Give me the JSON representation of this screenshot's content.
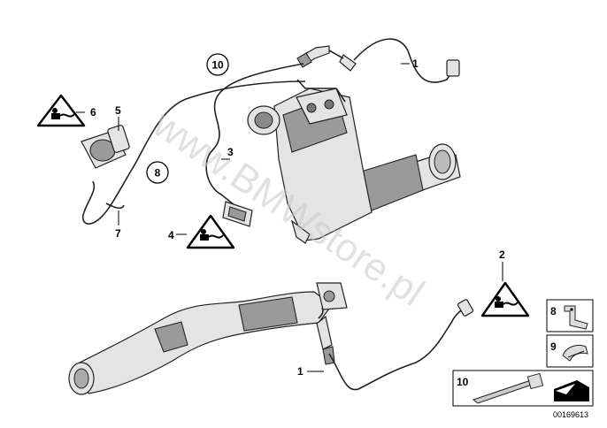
{
  "diagram": {
    "callouts": {
      "c1_top": "1",
      "c1_bottom": "1",
      "c2": "2",
      "c3": "3",
      "c4": "4",
      "c5": "5",
      "c6": "6",
      "c7": "7",
      "c8_circle": "8",
      "c10_circle": "10"
    },
    "legend": {
      "item8": "8",
      "item9": "9",
      "item10": "10"
    },
    "watermark": "www.BMWstore.pl",
    "image_number": "00169613",
    "icons": [
      "warning-triangle-icon",
      "wire-connector-icon",
      "sensor-icon",
      "catalytic-converter",
      "exhaust-pipe",
      "cable-tie-icon",
      "bracket-icon",
      "clip-icon"
    ]
  }
}
